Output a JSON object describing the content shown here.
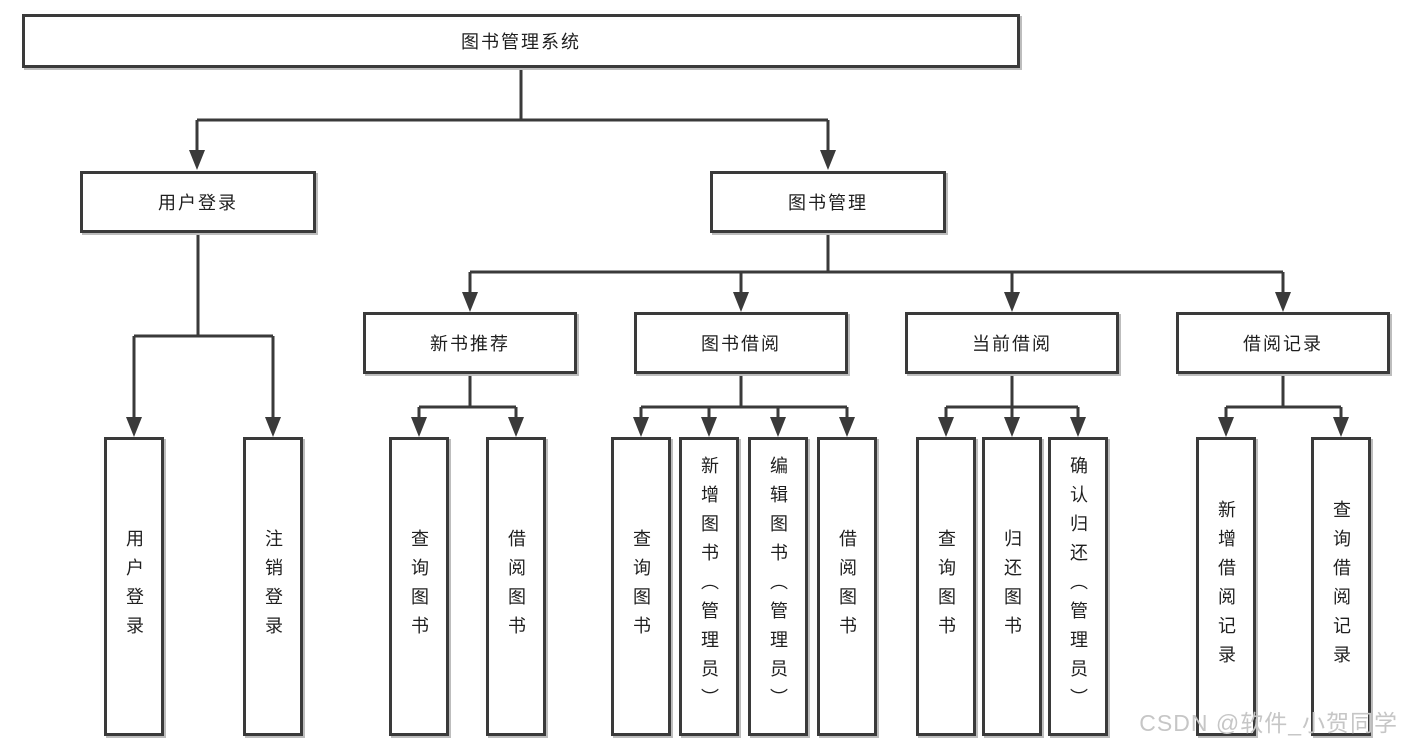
{
  "diagram_title": "图书管理系统",
  "tree": {
    "root": {
      "label": "图书管理系统"
    },
    "branches": [
      {
        "label": "用户登录",
        "children": [
          {
            "label": "用户登录"
          },
          {
            "label": "注销登录"
          }
        ]
      },
      {
        "label": "图书管理",
        "children": [
          {
            "label": "新书推荐",
            "children": [
              {
                "label": "查询图书"
              },
              {
                "label": "借阅图书"
              }
            ]
          },
          {
            "label": "图书借阅",
            "children": [
              {
                "label": "查询图书"
              },
              {
                "label": "新增图书（管理员）"
              },
              {
                "label": "编辑图书（管理员）"
              },
              {
                "label": "借阅图书"
              }
            ]
          },
          {
            "label": "当前借阅",
            "children": [
              {
                "label": "查询图书"
              },
              {
                "label": "归还图书"
              },
              {
                "label": "确认归还（管理员）"
              }
            ]
          },
          {
            "label": "借阅记录",
            "children": [
              {
                "label": "新增借阅记录"
              },
              {
                "label": "查询借阅记录"
              }
            ]
          }
        ]
      }
    ]
  },
  "watermark": "CSDN @软件_小贺同学",
  "colors": {
    "line": "#3a3a3a",
    "box_border": "#3a3a3a",
    "text": "#1f1f1f",
    "watermark": "#c6c6c6",
    "background": "#ffffff"
  }
}
